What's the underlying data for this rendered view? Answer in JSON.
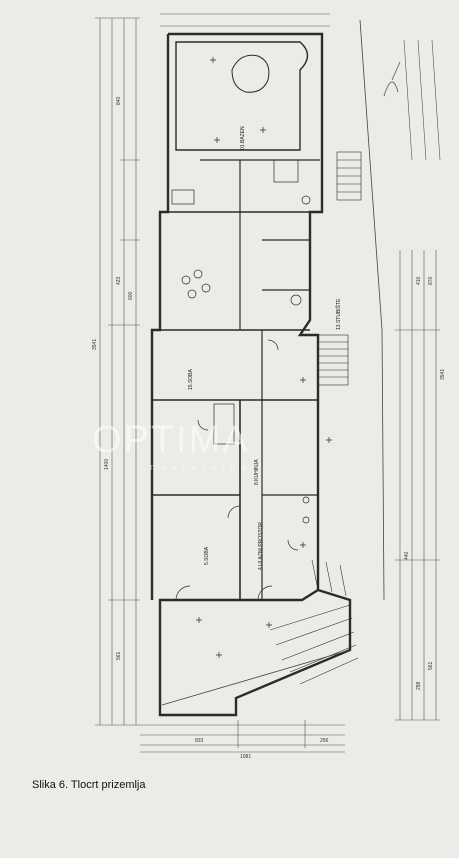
{
  "caption": "Slika 6. Tlocrt prizemlja",
  "watermark": {
    "main": "OPTIMA",
    "sub": "nekretnine"
  },
  "rooms": {
    "r1": "01.BAZEN",
    "r2": "13.STUBIŠTE",
    "r3": "15.SOBA",
    "r4": "8.KUHINJA",
    "r5": "5.SOBA",
    "r6": "4.ULAZNI PROSTOR"
  },
  "dims": {
    "left_total": "3541",
    "left_a": "1400",
    "left_b": "561",
    "left_c": "840",
    "left_d": "600",
    "left_e": "423",
    "bottom_total": "1081",
    "bottom_a": "833",
    "bottom_b": "256",
    "right_total": "3541",
    "right_a": "440",
    "right_b": "561",
    "right_c": "298",
    "right_d": "870",
    "right_e": "410"
  },
  "colors": {
    "paper": "#ecebe8",
    "ink": "#2b2b2b"
  }
}
